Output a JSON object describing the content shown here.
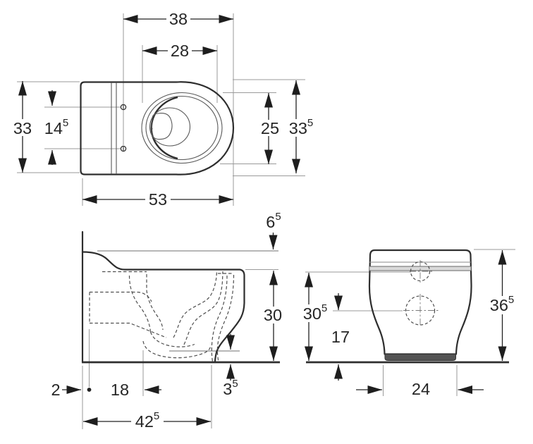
{
  "drawing": {
    "type": "sanitary-ware technical drawing, three orthographic views (top, side section, front)",
    "colors": {
      "background": "#ffffff",
      "main_line": "#2e2e2e",
      "leader_line": "#9a9a9a",
      "dimension_text": "#262626",
      "seat_band_fill": "#d9d9d9",
      "base_fill": "#545454"
    }
  },
  "dims": {
    "top": {
      "d38": {
        "v": "38",
        "s": ""
      },
      "d28": {
        "v": "28",
        "s": ""
      },
      "d33": {
        "v": "33",
        "s": ""
      },
      "d14_5": {
        "v": "14",
        "s": "5"
      },
      "d25": {
        "v": "25",
        "s": ""
      },
      "d33_5": {
        "v": "33",
        "s": "5"
      },
      "d53": {
        "v": "53",
        "s": ""
      }
    },
    "side": {
      "d6_5": {
        "v": "6",
        "s": "5"
      },
      "d30": {
        "v": "30",
        "s": ""
      },
      "d2": {
        "v": "2",
        "s": ""
      },
      "d18": {
        "v": "18",
        "s": ""
      },
      "d3_5": {
        "v": "3",
        "s": "5"
      },
      "d42_5": {
        "v": "42",
        "s": "5"
      }
    },
    "front": {
      "d30_5": {
        "v": "30",
        "s": "5"
      },
      "d17": {
        "v": "17",
        "s": ""
      },
      "d36_5": {
        "v": "36",
        "s": "5"
      },
      "d24": {
        "v": "24",
        "s": ""
      }
    }
  }
}
